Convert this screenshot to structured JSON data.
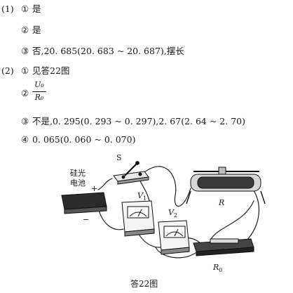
{
  "answers": {
    "part1": {
      "label": "(1)",
      "items": [
        {
          "mark": "①",
          "text": "是"
        },
        {
          "mark": "②",
          "text": "是"
        },
        {
          "mark": "③",
          "text": "否,20. 685(20. 683 ~ 20. 687),摆长"
        }
      ]
    },
    "part2": {
      "label": "(2)",
      "items": [
        {
          "mark": "①",
          "text": "见答22图"
        },
        {
          "mark": "②",
          "numerator": "U₀",
          "denominator": "R₀"
        },
        {
          "mark": "③",
          "text": "不是,0. 295(0. 293 ~ 0. 297),2. 67(2. 64 ~ 2. 70)"
        },
        {
          "mark": "④",
          "text": "0. 065(0. 060 ~ 0. 070)"
        }
      ]
    }
  },
  "figure": {
    "switch_label": "S",
    "cell_label_line1": "硅光",
    "cell_label_line2": "电池",
    "plus_sign": "+",
    "minus_sign": "−",
    "v1_label": "V",
    "v1_sub": "1",
    "v2_label": "V",
    "v2_sub": "2",
    "rheostat_label": "R",
    "resistor_label": "R",
    "resistor_sub": "0",
    "caption": "答22图"
  }
}
